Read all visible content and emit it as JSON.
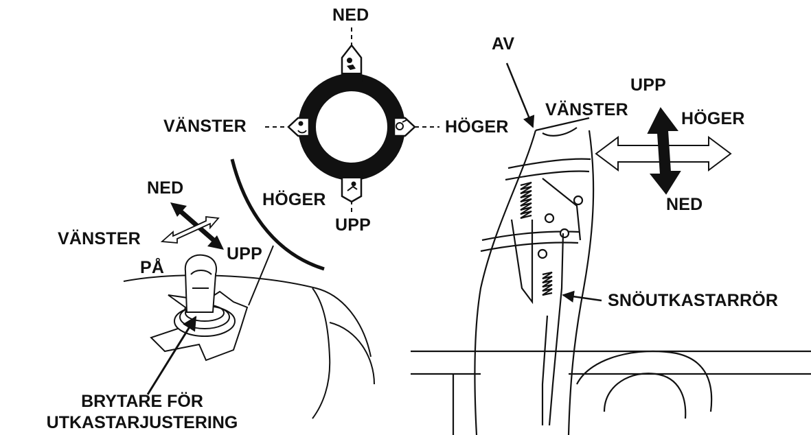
{
  "labels": {
    "dial_ned": "NED",
    "dial_vanster": "VÄNSTER",
    "dial_hoger": "HÖGER",
    "dial_upp": "UPP",
    "lever_ned": "NED",
    "lever_vanster": "VÄNSTER",
    "lever_pa": "PÅ",
    "lever_upp": "UPP",
    "lever_hoger": "HÖGER",
    "chute_av": "AV",
    "chute_upp": "UPP",
    "chute_vanster": "VÄNSTER",
    "chute_hoger": "HÖGER",
    "chute_ned": "NED",
    "chute_name": "SNÖUTKASTARRÖR",
    "switch_line1": "BRYTARE FÖR",
    "switch_line2": "UTKASTARJUSTERING"
  },
  "colors": {
    "ink": "#111111",
    "background": "#ffffff"
  },
  "icons": {
    "dial": "direction-dial-icon",
    "joystick": "joystick-lever-icon",
    "chute": "snow-chute-icon"
  }
}
